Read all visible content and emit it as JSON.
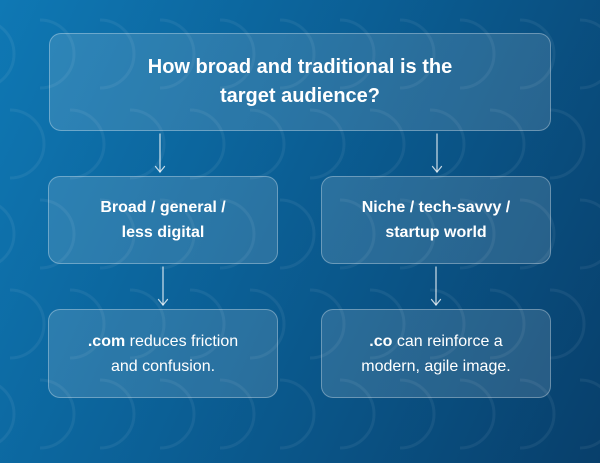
{
  "question": {
    "line1": "How broad and traditional is the",
    "line2": "target audience?"
  },
  "options": {
    "left": {
      "line1": "Broad / general /",
      "line2": "less digital"
    },
    "right": {
      "line1": "Niche / tech-savvy /",
      "line2": "startup world"
    }
  },
  "results": {
    "left": {
      "domain": ".com",
      "line1_rest": " reduces friction",
      "line2": "and confusion."
    },
    "right": {
      "domain": ".co",
      "line1_rest": " can reinforce a",
      "line2": "modern, agile image."
    }
  },
  "colors": {
    "background_top": "#0f78b4",
    "background_bottom": "#083f6b",
    "card_border": "rgba(255,255,255,0.30)",
    "text": "#ffffff"
  }
}
